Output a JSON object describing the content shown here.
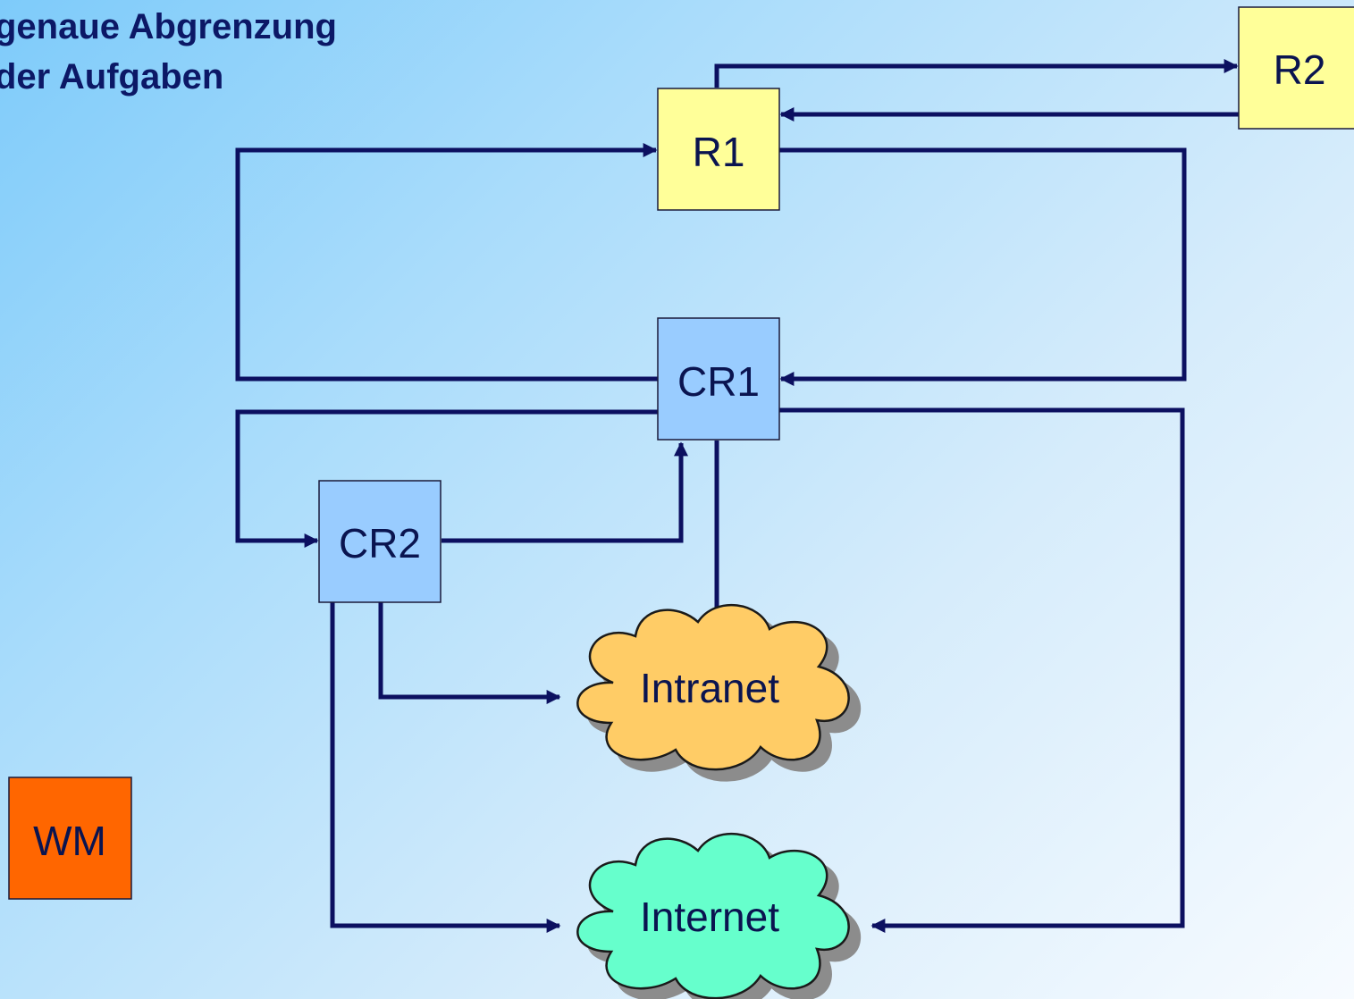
{
  "title": {
    "line1": "genaue Abgrenzung",
    "line2": "der Aufgaben"
  },
  "nodes": {
    "r1": "R1",
    "r2": "R2",
    "cr1": "CR1",
    "cr2": "CR2",
    "intranet": "Intranet",
    "internet": "Internet",
    "wm": "WM"
  },
  "colors": {
    "router_fill": "#ffff99",
    "core_router_fill": "#99ccff",
    "intranet_fill": "#ffcc66",
    "internet_fill": "#66ffcc",
    "wm_fill": "#ff6600",
    "line": "#0c1060"
  }
}
